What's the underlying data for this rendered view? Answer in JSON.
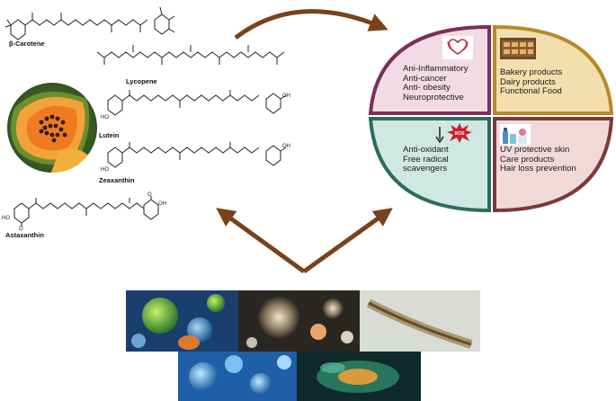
{
  "molecules": [
    {
      "name": "β-Carotene"
    },
    {
      "name": "Lycopene"
    },
    {
      "name": "Lutein"
    },
    {
      "name": "Zeaxanthin"
    },
    {
      "name": "Astaxanthin"
    }
  ],
  "quadrants": {
    "top_left": {
      "lines": [
        "Ani-Inflammatory",
        "Anti-cancer",
        "Anti- obesity",
        "Neuroprotective"
      ],
      "color": "#f3dbe5",
      "border": "#7b2f5a"
    },
    "top_right": {
      "lines": [
        "Bakery products",
        "Dairy products",
        "Functional Food"
      ],
      "color": "#f3dfae",
      "border": "#b8892a"
    },
    "bottom_left": {
      "lines": [
        "Anti-oxidant",
        "Free radical",
        "scavengers"
      ],
      "color": "#cfe9e2",
      "border": "#2e6b5e"
    },
    "bottom_right": {
      "lines": [
        "UV protective skin",
        "Care products",
        "Hair loss prevention"
      ],
      "color": "#f1d9d9",
      "border": "#7a3a3a"
    }
  },
  "ros_badge": "ROS",
  "arrow_color": "#7a4219",
  "icons": [
    "papaya-image",
    "stethoscope-heart-icon",
    "bakery-icon",
    "down-arrow-icon",
    "ros-burst-icon",
    "cosmetics-icon",
    "microalgae-collage"
  ]
}
